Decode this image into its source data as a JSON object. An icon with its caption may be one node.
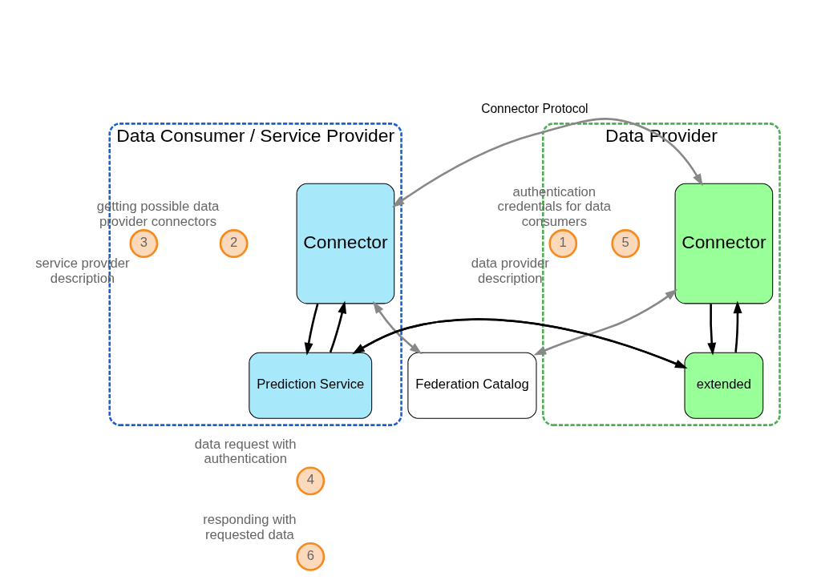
{
  "diagram": {
    "nodes": [
      {
        "text": [
          "Data Consumer / Service Provider"
        ]
      },
      {
        "text": [
          "Connector"
        ],
        "in": 0
      },
      {
        "text": [
          "Prediction Service"
        ],
        "in": 0
      },
      {
        "text": [
          "Federation Catalog"
        ]
      },
      {
        "text": [
          "Data Provider"
        ]
      },
      {
        "text": [
          "Connector"
        ],
        "in": 4
      },
      {
        "text": [
          "extended"
        ],
        "in": 4
      },
      {
        "text": [
          "2"
        ],
        "beside": [
          "getting possible data provider connectors"
        ],
        "in": 0
      },
      {
        "text": [
          "5"
        ],
        "beside": [
          "authentication credentials for data consumers"
        ],
        "in": 4
      },
      {
        "text": [
          "3"
        ],
        "beside": [
          "service provider description"
        ],
        "in": 0
      },
      {
        "text": [
          "1"
        ],
        "beside": [
          "data provider description"
        ],
        "in": 4
      },
      {
        "text": [
          "4"
        ],
        "beside": [
          "data request with authentication"
        ]
      },
      {
        "text": [
          "6"
        ],
        "beside": [
          "responding with requested data"
        ]
      }
    ],
    "edges": [
      {
        "from": 1,
        "to": 3,
        "arrow": "both",
        "color": "#888888"
      },
      {
        "from": 5,
        "to": 3,
        "arrow": "both",
        "color": "#888888"
      },
      {
        "from": 1,
        "to": 5,
        "arrow": "both",
        "label": "Connector Protocol",
        "color": "#888888"
      },
      {
        "from": 1,
        "to": 2,
        "arrow": "to"
      },
      {
        "from": 2,
        "to": 1,
        "arrow": "to"
      },
      {
        "from": 5,
        "to": 6,
        "arrow": "to"
      },
      {
        "from": 6,
        "to": 5,
        "arrow": "to"
      },
      {
        "from": 2,
        "to": 6,
        "arrow": "to"
      },
      {
        "from": 6,
        "to": 2,
        "arrow": "to"
      }
    ]
  }
}
